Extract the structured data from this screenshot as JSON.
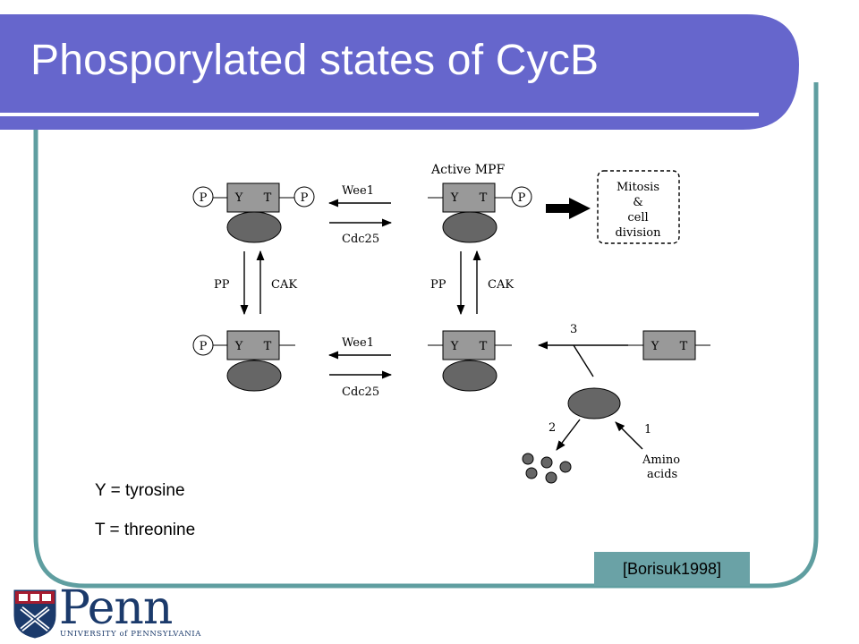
{
  "slide": {
    "title": "Phosporylated states of CycB",
    "legend": [
      "Y = tyrosine",
      "T = threonine"
    ],
    "citation": "[Borisuk1998]"
  },
  "diagram": {
    "active_label": "Active MPF",
    "top_left_complex": {
      "p_left": "P",
      "y": "Y",
      "t": "T",
      "p_right": "P"
    },
    "top_right_complex": {
      "y": "Y",
      "t": "T",
      "p_right": "P"
    },
    "bottom_left_complex": {
      "p_left": "P",
      "y": "Y",
      "t": "T"
    },
    "bottom_right_complex": {
      "y": "Y",
      "t": "T"
    },
    "free_cdk": {
      "y": "Y",
      "t": "T"
    },
    "top_horizontal": {
      "upper": "Wee1",
      "lower": "Cdc25"
    },
    "bottom_horizontal": {
      "upper": "Wee1",
      "lower": "Cdc25"
    },
    "left_vertical": {
      "down": "PP",
      "up": "CAK"
    },
    "right_vertical": {
      "down": "PP",
      "up": "CAK"
    },
    "mitosis_box": [
      "Mitosis",
      "&",
      "cell",
      "division"
    ],
    "step_labels": {
      "binding": "3",
      "degradation": "2",
      "synthesis": "1"
    },
    "amino_acids": [
      "Amino",
      "acids"
    ]
  },
  "logo": {
    "word": "Penn",
    "sub": "UNIVERSITY of PENNSYLVANIA"
  },
  "colors": {
    "title_bar": "#6666cc",
    "frame": "#5f9ea0",
    "citation_bg": "#6aa2a6",
    "box": "#999999",
    "blob": "#666666"
  }
}
